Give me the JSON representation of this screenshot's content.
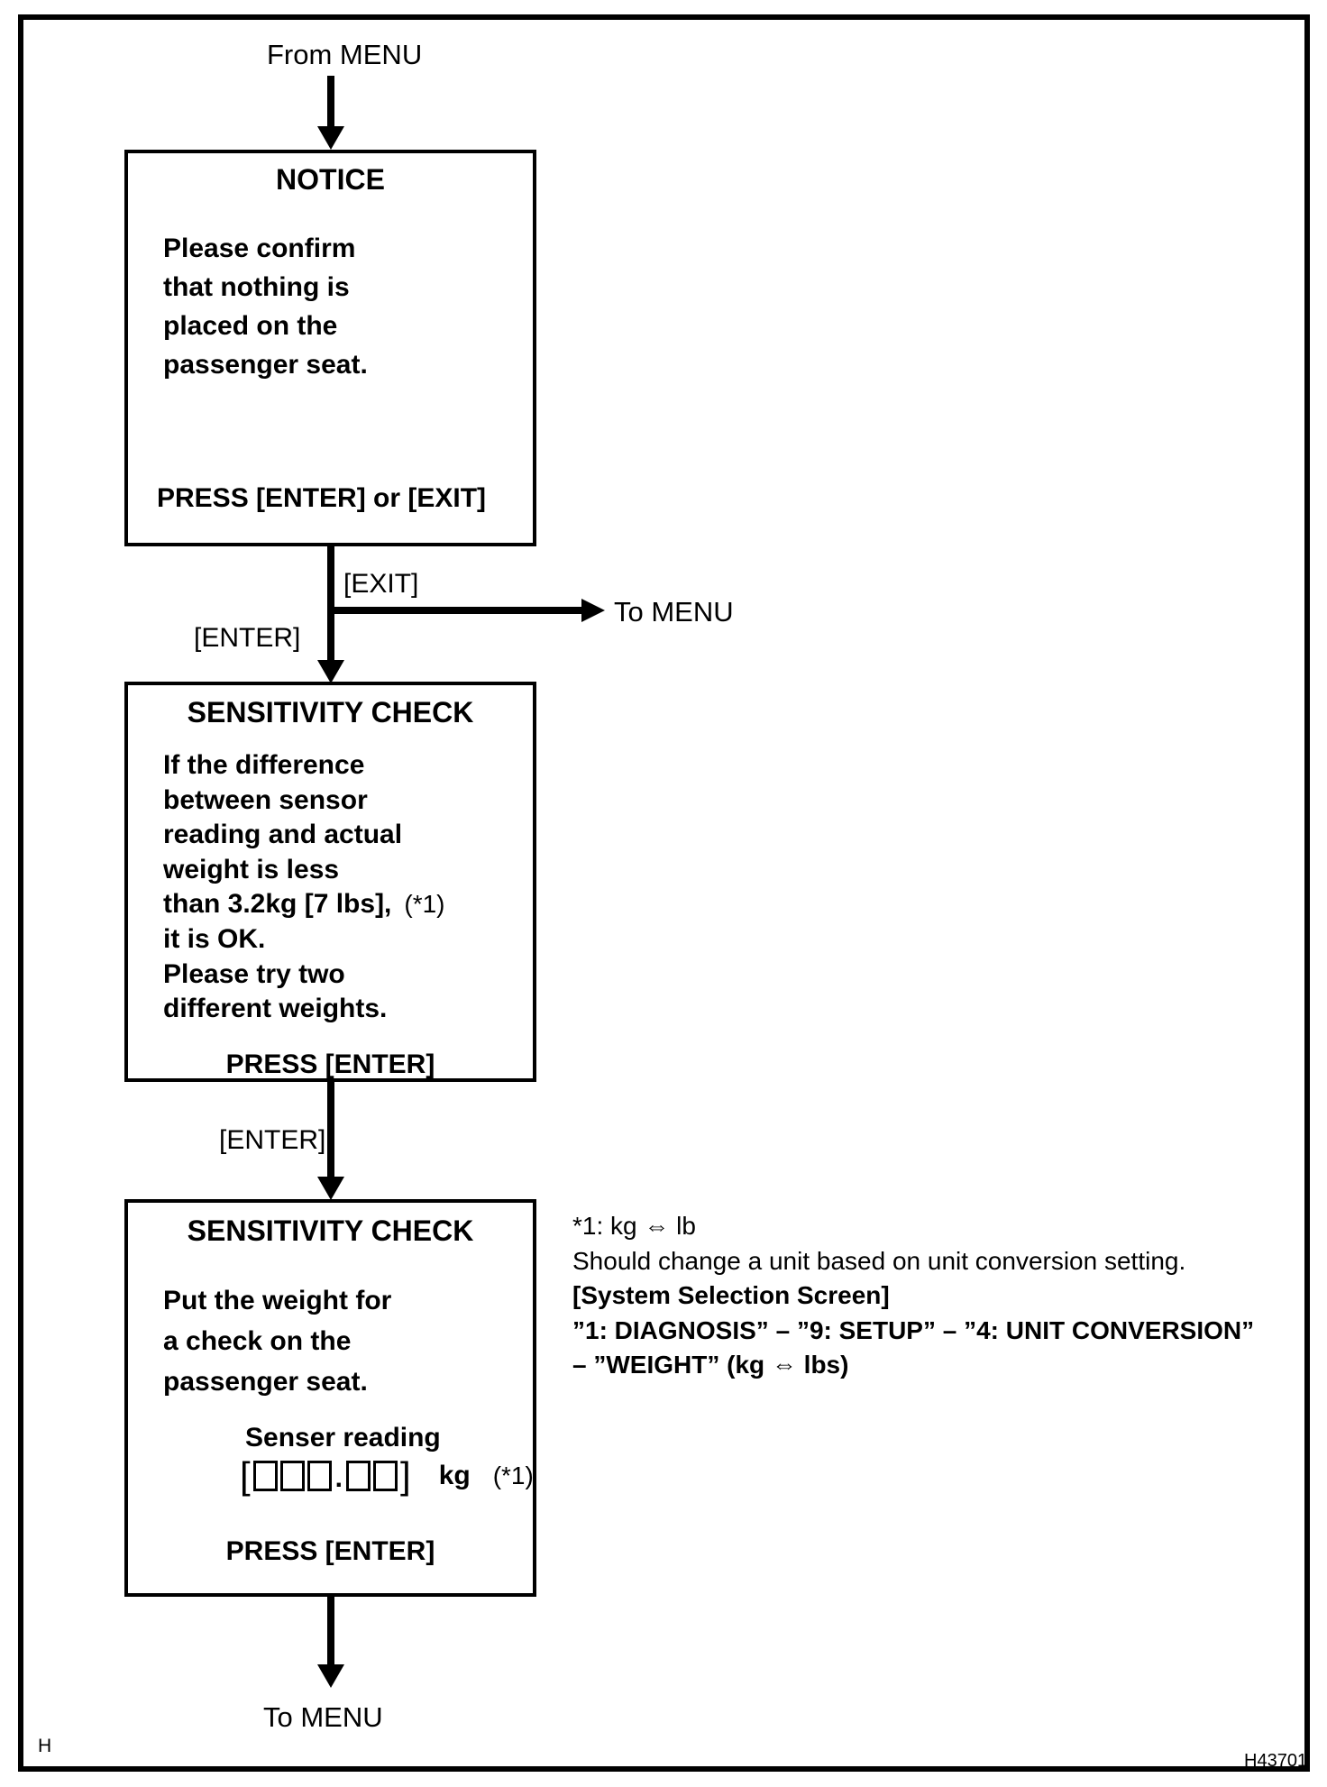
{
  "page": {
    "background": "#ffffff",
    "line_color": "#000000",
    "page_letter": "H",
    "figure_code": "H43701"
  },
  "flow": {
    "from_menu": "From MENU",
    "exit_label": "[EXIT]",
    "enter_label_1": "[ENTER]",
    "enter_label_2": "[ENTER]",
    "to_menu_branch": "To MENU",
    "to_menu_bottom": "To MENU"
  },
  "notice_box": {
    "title": "NOTICE",
    "lines": [
      "Please confirm",
      "that nothing is",
      "placed on the",
      "passenger seat."
    ],
    "footer": "PRESS [ENTER] or [EXIT]"
  },
  "sensitivity_box_1": {
    "title": "SENSITIVITY CHECK",
    "lines": [
      "If the difference",
      "between sensor",
      "reading and actual",
      "weight is less"
    ],
    "line_with_note": "than 3.2kg [7 lbs],",
    "note_ref": "(*1)",
    "lines_cont": [
      "it is OK.",
      "Please try two",
      "different weights."
    ],
    "footer": "PRESS [ENTER]"
  },
  "sensitivity_box_2": {
    "title": "SENSITIVITY CHECK",
    "lines": [
      "Put the weight for",
      "a check on the",
      "passenger seat."
    ],
    "reading_label": "Senser reading",
    "open_bracket": "[",
    "decimal_point": ".",
    "close_bracket": "]",
    "unit": "kg",
    "note_ref": "(*1)",
    "footer": "PRESS [ENTER]"
  },
  "footnote": {
    "lines": [
      "*1: kg ⇔ lb",
      "Should change a unit based on unit conversion setting.",
      "[System Selection Screen]",
      "”1: DIAGNOSIS” – ”9: SETUP” – ”4: UNIT CONVERSION”",
      "– ”WEIGHT” (kg ⇔ lbs)"
    ]
  }
}
